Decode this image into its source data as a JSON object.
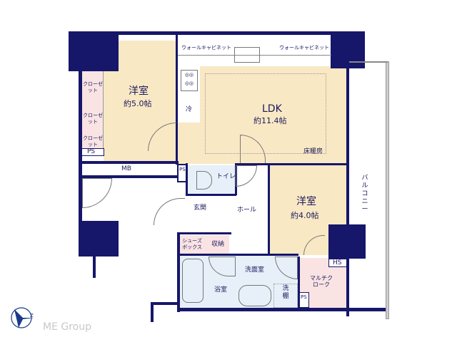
{
  "rooms": {
    "western_1": {
      "name": "洋室",
      "size": "約5.0帖"
    },
    "ldk": {
      "name": "LDK",
      "size": "約11.4帖",
      "note": "床暖房"
    },
    "western_2": {
      "name": "洋室",
      "size": "約4.0帖"
    },
    "closet_1": "クローゼット",
    "closet_2": "クローゼット",
    "closet_3": "クローゼット",
    "ps_1": "PS",
    "ps_2": "PS",
    "ps_3": "PS",
    "mb": "MB",
    "wall_cabinet_1": "ウォールキャビネット",
    "wall_cabinet_2": "ウォールキャビネット",
    "fridge": "冷",
    "toilet": "トイレ",
    "entrance": "玄関",
    "hall": "ホール",
    "shoe_box": "シューズボックス",
    "storage": "収納",
    "bathroom": "浴室",
    "washroom": "洗面室",
    "wash_shelf": "洗棚",
    "multi_closet": "マルチクローク",
    "hs": "HS",
    "balcony": "バルコニー"
  },
  "logo": {
    "text": "ME Group"
  },
  "colors": {
    "wall": "#16166a",
    "room": "#f9e8c4",
    "closet": "#f9e3e3",
    "wet": "#e7f0f8"
  }
}
